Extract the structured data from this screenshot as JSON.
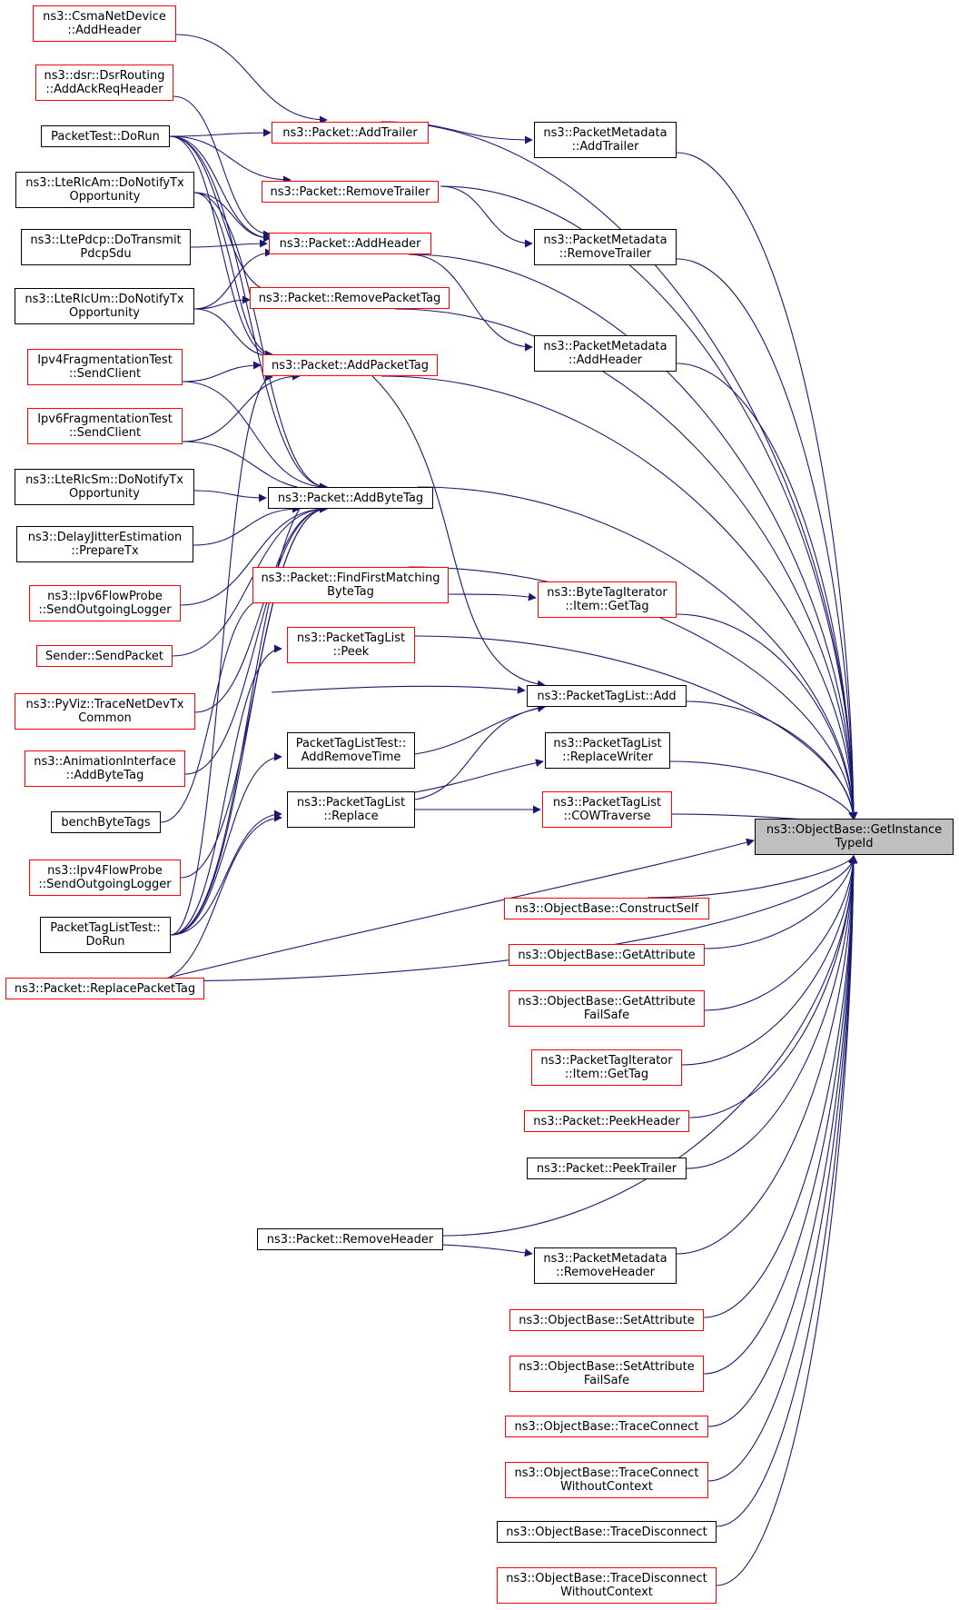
{
  "colors": {
    "edge": "#191970",
    "node_border_linked": "#ff0000",
    "node_border_unlinked": "#000000",
    "focus_fill": "#bfbfbf"
  },
  "nodes": {
    "target": {
      "l1": "ns3::ObjectBase::GetInstance",
      "l2": "TypeId"
    },
    "csma": {
      "l1": "ns3::CsmaNetDevice",
      "l2": "::AddHeader"
    },
    "dsr": {
      "l1": "ns3::dsr::DsrRouting",
      "l2": "::AddAckReqHeader"
    },
    "packettest": {
      "l1": "PacketTest::DoRun"
    },
    "lterlcam": {
      "l1": "ns3::LteRlcAm::DoNotifyTx",
      "l2": "Opportunity"
    },
    "ltepdcp": {
      "l1": "ns3::LtePdcp::DoTransmit",
      "l2": "PdcpSdu"
    },
    "lterlcum": {
      "l1": "ns3::LteRlcUm::DoNotifyTx",
      "l2": "Opportunity"
    },
    "ipv4frag": {
      "l1": "Ipv4FragmentationTest",
      "l2": "::SendClient"
    },
    "ipv6frag": {
      "l1": "Ipv6FragmentationTest",
      "l2": "::SendClient"
    },
    "lterlcsm": {
      "l1": "ns3::LteRlcSm::DoNotifyTx",
      "l2": "Opportunity"
    },
    "delayjitter": {
      "l1": "ns3::DelayJitterEstimation",
      "l2": "::PrepareTx"
    },
    "ipv6flow": {
      "l1": "ns3::Ipv6FlowProbe",
      "l2": "::SendOutgoingLogger"
    },
    "sender": {
      "l1": "Sender::SendPacket"
    },
    "pyviz": {
      "l1": "ns3::PyViz::TraceNetDevTx",
      "l2": "Common"
    },
    "anim": {
      "l1": "ns3::AnimationInterface",
      "l2": "::AddByteTag"
    },
    "bench": {
      "l1": "benchByteTags"
    },
    "ipv4flow": {
      "l1": "ns3::Ipv4FlowProbe",
      "l2": "::SendOutgoingLogger"
    },
    "ptltest": {
      "l1": "PacketTagListTest::",
      "l2": "DoRun"
    },
    "replacepackettag": {
      "l1": "ns3::Packet::ReplacePacketTag"
    },
    "addtrailer": {
      "l1": "ns3::Packet::AddTrailer"
    },
    "removetrailer": {
      "l1": "ns3::Packet::RemoveTrailer"
    },
    "addheader": {
      "l1": "ns3::Packet::AddHeader"
    },
    "removepackettag": {
      "l1": "ns3::Packet::RemovePacketTag"
    },
    "addpackettag": {
      "l1": "ns3::Packet::AddPacketTag"
    },
    "addbytetag": {
      "l1": "ns3::Packet::AddByteTag"
    },
    "findfirst": {
      "l1": "ns3::Packet::FindFirstMatching",
      "l2": "ByteTag"
    },
    "ptlpeek": {
      "l1": "ns3::PacketTagList",
      "l2": "::Peek"
    },
    "ptltime": {
      "l1": "PacketTagListTest::",
      "l2": "AddRemoveTime"
    },
    "ptlreplace": {
      "l1": "ns3::PacketTagList",
      "l2": "::Replace"
    },
    "removeheader": {
      "l1": "ns3::Packet::RemoveHeader"
    },
    "pm_addtrailer": {
      "l1": "ns3::PacketMetadata",
      "l2": "::AddTrailer"
    },
    "pm_removetrailer": {
      "l1": "ns3::PacketMetadata",
      "l2": "::RemoveTrailer"
    },
    "pm_addheader": {
      "l1": "ns3::PacketMetadata",
      "l2": "::AddHeader"
    },
    "bytetagitem": {
      "l1": "ns3::ByteTagIterator",
      "l2": "::Item::GetTag"
    },
    "ptladd": {
      "l1": "ns3::PacketTagList::Add"
    },
    "ptlreplacewriter": {
      "l1": "ns3::PacketTagList",
      "l2": "::ReplaceWriter"
    },
    "ptlcow": {
      "l1": "ns3::PacketTagList",
      "l2": "::COWTraverse"
    },
    "constructself": {
      "l1": "ns3::ObjectBase::ConstructSelf"
    },
    "getattribute": {
      "l1": "ns3::ObjectBase::GetAttribute"
    },
    "getattrfailsafe": {
      "l1": "ns3::ObjectBase::GetAttribute",
      "l2": "FailSafe"
    },
    "pkttagitem": {
      "l1": "ns3::PacketTagIterator",
      "l2": "::Item::GetTag"
    },
    "peekheader": {
      "l1": "ns3::Packet::PeekHeader"
    },
    "peektrailer": {
      "l1": "ns3::Packet::PeekTrailer"
    },
    "pm_removeheader": {
      "l1": "ns3::PacketMetadata",
      "l2": "::RemoveHeader"
    },
    "setattribute": {
      "l1": "ns3::ObjectBase::SetAttribute"
    },
    "setattrfailsafe": {
      "l1": "ns3::ObjectBase::SetAttribute",
      "l2": "FailSafe"
    },
    "traceconnect": {
      "l1": "ns3::ObjectBase::TraceConnect"
    },
    "traceconnectwc": {
      "l1": "ns3::ObjectBase::TraceConnect",
      "l2": "WithoutContext"
    },
    "tracedisconnect": {
      "l1": "ns3::ObjectBase::TraceDisconnect"
    },
    "tracedisconnectwc": {
      "l1": "ns3::ObjectBase::TraceDisconnect",
      "l2": "WithoutContext"
    }
  }
}
